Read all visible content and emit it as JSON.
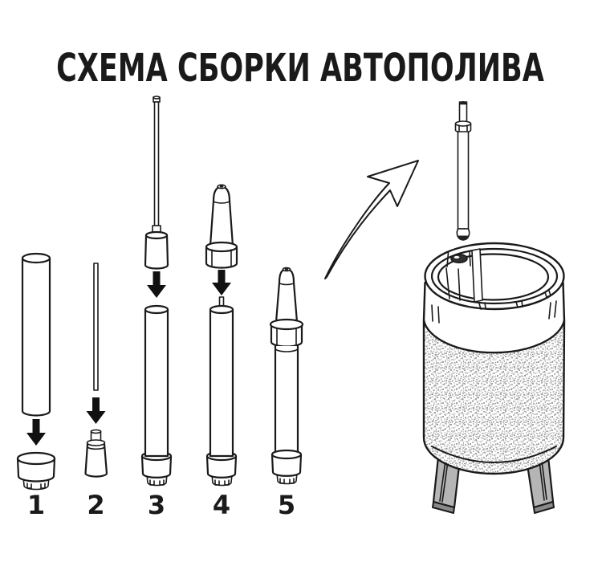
{
  "title": "СХЕМА СБОРКИ АВТОПОЛИВА",
  "steps": [
    {
      "number": "1"
    },
    {
      "number": "2"
    },
    {
      "number": "3"
    },
    {
      "number": "4"
    },
    {
      "number": "5"
    }
  ],
  "colors": {
    "line": "#1a1a1a",
    "arrow": "#111111",
    "speckle": "#8a8a8a",
    "speckle2": "#a3a3a3",
    "leg": "#b5b5b5",
    "leg-shadow": "#8a8a8a",
    "socket": "#2f2f2f",
    "background": "#ffffff"
  }
}
